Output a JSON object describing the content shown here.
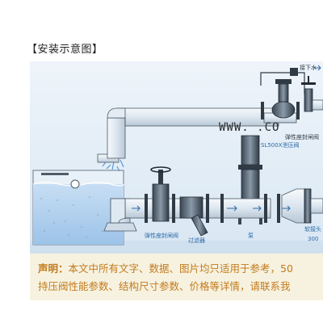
{
  "section": {
    "title": "【安装示意图】"
  },
  "diagram": {
    "labels": {
      "valve_top_right": "接下水",
      "elastic_valve_top": "弹性座封闸阀",
      "pressure_valve": "SL500X泄压阀",
      "elastic_valve_bottom": "弹性座封闸阀",
      "filter": "过滤器",
      "pump": "泵",
      "soft_joint": "软接头",
      "number_fragment": "300"
    },
    "watermark": "WWW.    .CO"
  },
  "notice": {
    "label": "声明：",
    "line1": "本文中所有文字、数据、图片均只适用于参考，50",
    "line2": "持压阀性能参数、结构尺寸参数、价格等详情，请联系我"
  },
  "colors": {
    "pipe_fill": "#dfe9f2",
    "pipe_stroke": "#4a5866",
    "water": "#aecfee",
    "background": "#e3eef7",
    "notice_bg": "#f7f2e0",
    "notice_text": "#c27b1d"
  }
}
